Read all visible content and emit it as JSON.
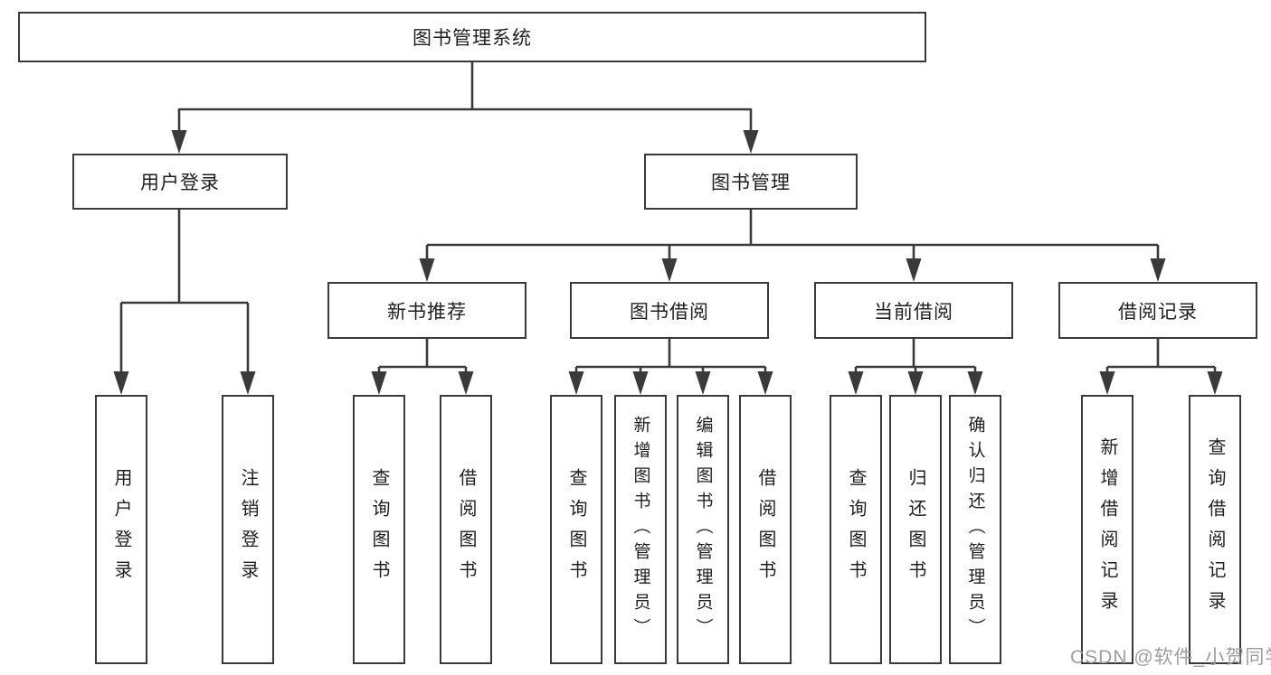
{
  "tree": {
    "root": "图书管理系统",
    "branches": [
      {
        "label": "用户登录",
        "children": [
          "用户登录",
          "注销登录"
        ]
      },
      {
        "label": "图书管理",
        "groups": [
          {
            "label": "新书推荐",
            "children": [
              "查询图书",
              "借阅图书"
            ]
          },
          {
            "label": "图书借阅",
            "children": [
              "查询图书",
              "新增图书（管理员）",
              "编辑图书（管理员）",
              "借阅图书"
            ]
          },
          {
            "label": "当前借阅",
            "children": [
              "查询图书",
              "归还图书",
              "确认归还（管理员）"
            ]
          },
          {
            "label": "借阅记录",
            "children": [
              "新增借阅记录",
              "查询借阅记录"
            ]
          }
        ]
      }
    ]
  },
  "watermark": "CSDN @软件_小贺同学",
  "colors": {
    "line": "#3a3a3a",
    "text": "#1f1f1f",
    "watermark": "#9e9e9e",
    "background": "#ffffff"
  }
}
